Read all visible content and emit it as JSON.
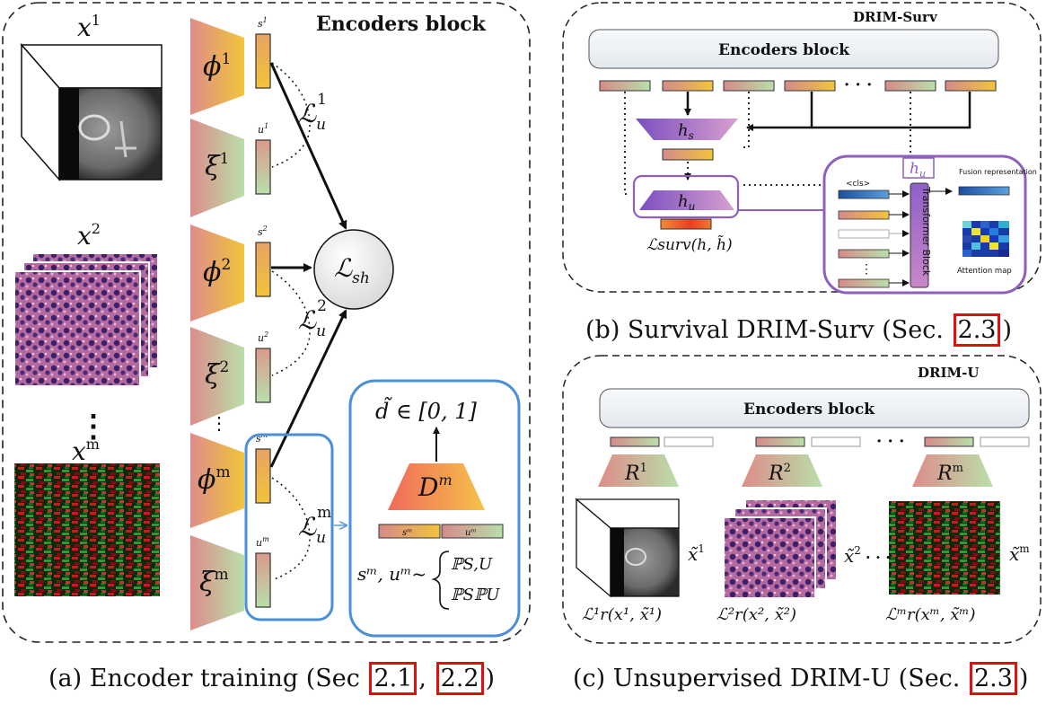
{
  "panel_a": {
    "block_title": "Encoders block",
    "inputs": {
      "x1": "x",
      "x1_sup": "1",
      "x2": "x",
      "x2_sup": "2",
      "dots": "⋮",
      "xm": "x",
      "xm_sup": "m"
    },
    "encoders": [
      {
        "sym": "ϕ",
        "sup": "1",
        "vec": "s",
        "vec_sup": "1"
      },
      {
        "sym": "ξ",
        "sup": "1",
        "vec": "u",
        "vec_sup": "1"
      },
      {
        "sym": "ϕ",
        "sup": "2",
        "vec": "s",
        "vec_sup": "2"
      },
      {
        "sym": "ξ",
        "sup": "2",
        "vec": "u",
        "vec_sup": "2"
      },
      {
        "sym": "ϕ",
        "sup": "m",
        "vec": "s",
        "vec_sup": "m"
      },
      {
        "sym": "ξ",
        "sup": "m",
        "vec": "u",
        "vec_sup": "m"
      }
    ],
    "encoder_dots": "⋮",
    "losses": {
      "lu": "ℒ",
      "lu_sub": "u",
      "lu1_sup": "1",
      "lu2_sup": "2",
      "lum_sup": "m",
      "lsh": "ℒ",
      "lsh_sub": "sh"
    },
    "discriminator": {
      "title": "d̃ ∈ [0, 1]",
      "net": "D",
      "net_sup": "m",
      "s_label": "sᵐ",
      "u_label": "uᵐ",
      "sample": "sᵐ, uᵐ~",
      "dist1": "ℙS,U",
      "dist2": "ℙSℙU"
    },
    "caption_prefix": "(a) Encoder training (Sec ",
    "caption_ref1": "2.1",
    "caption_sep": ", ",
    "caption_ref2": "2.2",
    "caption_suffix": ")"
  },
  "panel_b": {
    "title": "DRIM-Surv",
    "encoders_block": "Encoders block",
    "dots": "· · ·",
    "hs": "h",
    "hs_sub": "s",
    "hu": "h",
    "hu_sub": "u",
    "loss": "ℒsurv(h, h̃)",
    "zoom": {
      "hu_label": "h",
      "hu_sub": "u",
      "cls": "<cls>",
      "transformer": "Transformer Block",
      "fusion": "Fusion representation",
      "attention": "Attention map",
      "dots": "⋮"
    },
    "caption_prefix": "(b) Survival DRIM-Surv (Sec. ",
    "caption_ref": "2.3",
    "caption_suffix": ")"
  },
  "panel_c": {
    "title": "DRIM-U",
    "encoders_block": "Encoders block",
    "dots": "· · ·",
    "decoders": [
      {
        "sym": "R",
        "sup": "1"
      },
      {
        "sym": "R",
        "sup": "2"
      },
      {
        "sym": "R",
        "sup": "m"
      }
    ],
    "recon": [
      {
        "sym": "x̃",
        "sup": "1"
      },
      {
        "sym": "x̃",
        "sup": "2"
      },
      {
        "sym": "x̃",
        "sup": "m"
      }
    ],
    "recon_dots": "· · ·",
    "losses": [
      "ℒ¹r(x¹, x̃¹)",
      "ℒ²r(x², x̃²)",
      "ℒᵐr(xᵐ, x̃ᵐ)"
    ],
    "caption_prefix": "(c) Unsupervised DRIM-U (Sec. ",
    "caption_ref": "2.3",
    "caption_suffix": ")"
  },
  "colors": {
    "ae_orange": "#f2c13a",
    "ae_green": "#b7dba7",
    "ae_red": "#d98a8a",
    "purple": "#8e5fbf",
    "blue": "#4a90d9",
    "ref_red": "#e01010"
  }
}
